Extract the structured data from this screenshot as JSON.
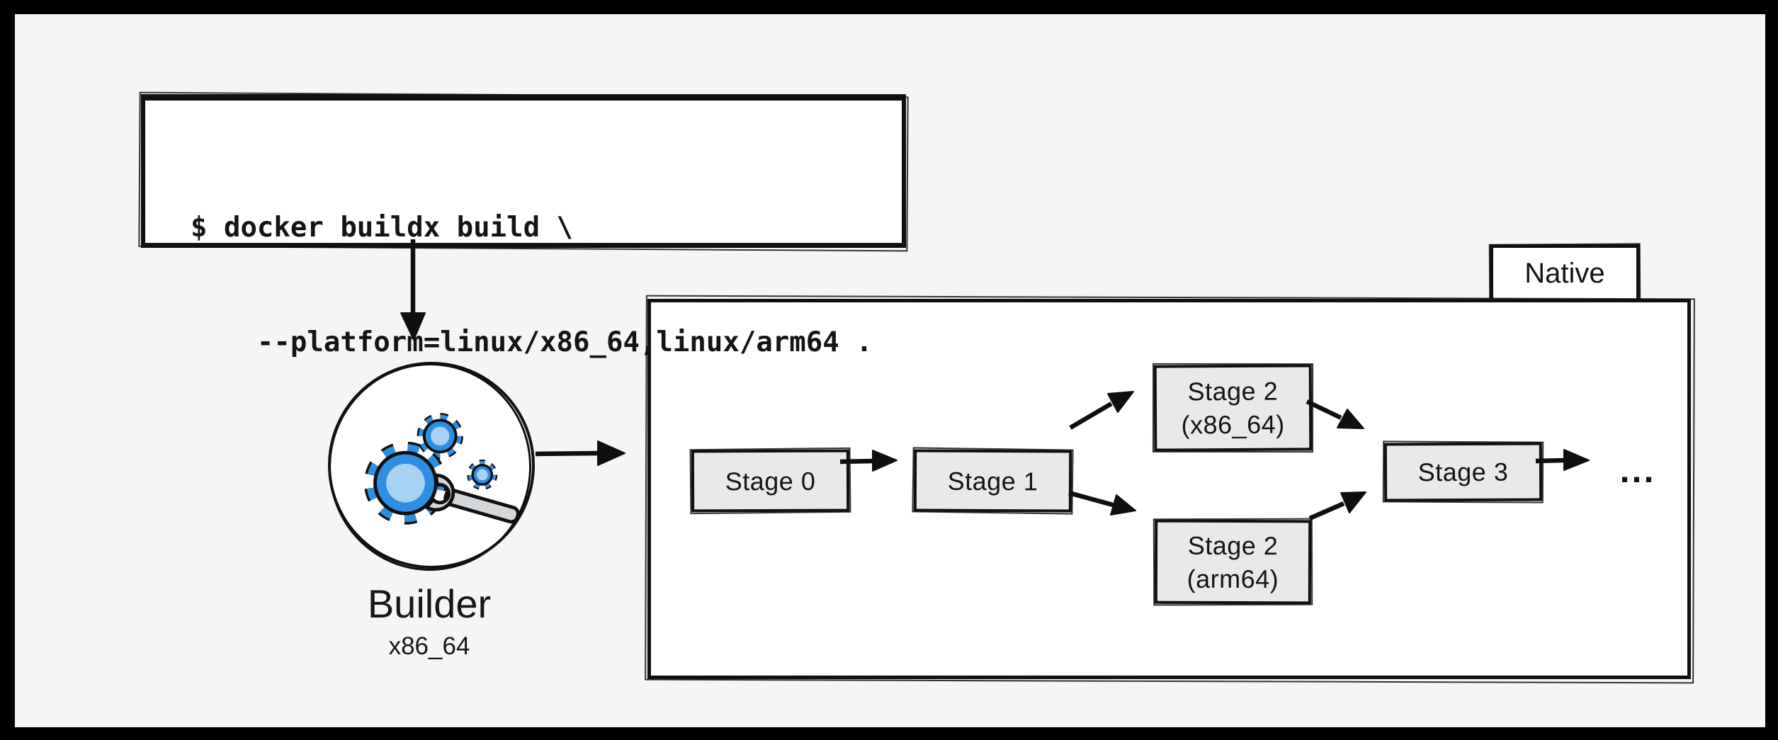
{
  "colors": {
    "frame": "#000000",
    "background": "#f5f5f3",
    "panel_fill": "#ffffff",
    "stage_fill": "#e9e9e8",
    "stroke": "#101010",
    "gear_blue": "#2e8fe2",
    "gear_blue_light": "#a9d1f2",
    "wrench_gray": "#d4d7d9"
  },
  "terminal": {
    "lines": [
      "$ docker buildx build \\",
      "    --platform=linux/x86_64,linux/arm64 ."
    ]
  },
  "builder": {
    "label": "Builder",
    "arch_label": "x86_64",
    "icon": "gears-wrench-icon"
  },
  "native_group": {
    "tab_label": "Native"
  },
  "stages": [
    {
      "label_lines": [
        "Stage 0"
      ]
    },
    {
      "label_lines": [
        "Stage 1"
      ]
    },
    {
      "label_lines": [
        "Stage 2",
        "(x86_64)"
      ]
    },
    {
      "label_lines": [
        "Stage 2",
        "(arm64)"
      ]
    },
    {
      "label_lines": [
        "Stage 3"
      ]
    }
  ],
  "ellipsis": "..."
}
